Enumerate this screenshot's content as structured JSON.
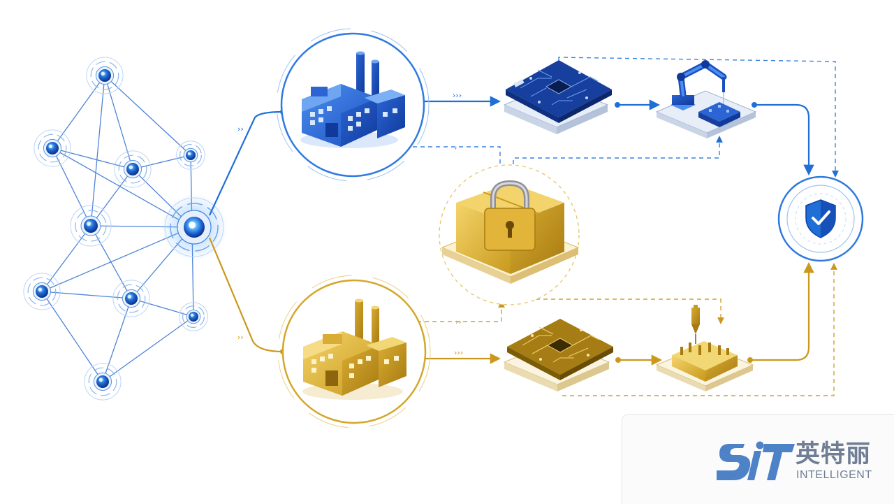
{
  "brand": {
    "cn_name": "英特丽",
    "en_name": "INTELLIGENT",
    "logo_mark": "SIT"
  },
  "colors": {
    "blue": "#1f6fd6",
    "blue_dark": "#0d3fa8",
    "gold": "#d4a72c",
    "gold_dark": "#a87b10"
  },
  "icons": {
    "network": "network-graph-icon",
    "blue_factory": "factory-icon",
    "blue_pcb": "circuit-board-icon",
    "robot": "robot-arm-icon",
    "vault": "padlock-box-icon",
    "gold_factory": "factory-icon",
    "gold_pcb": "circuit-board-icon",
    "gold_assembly": "assembly-machine-icon",
    "shield": "shield-check-icon"
  }
}
